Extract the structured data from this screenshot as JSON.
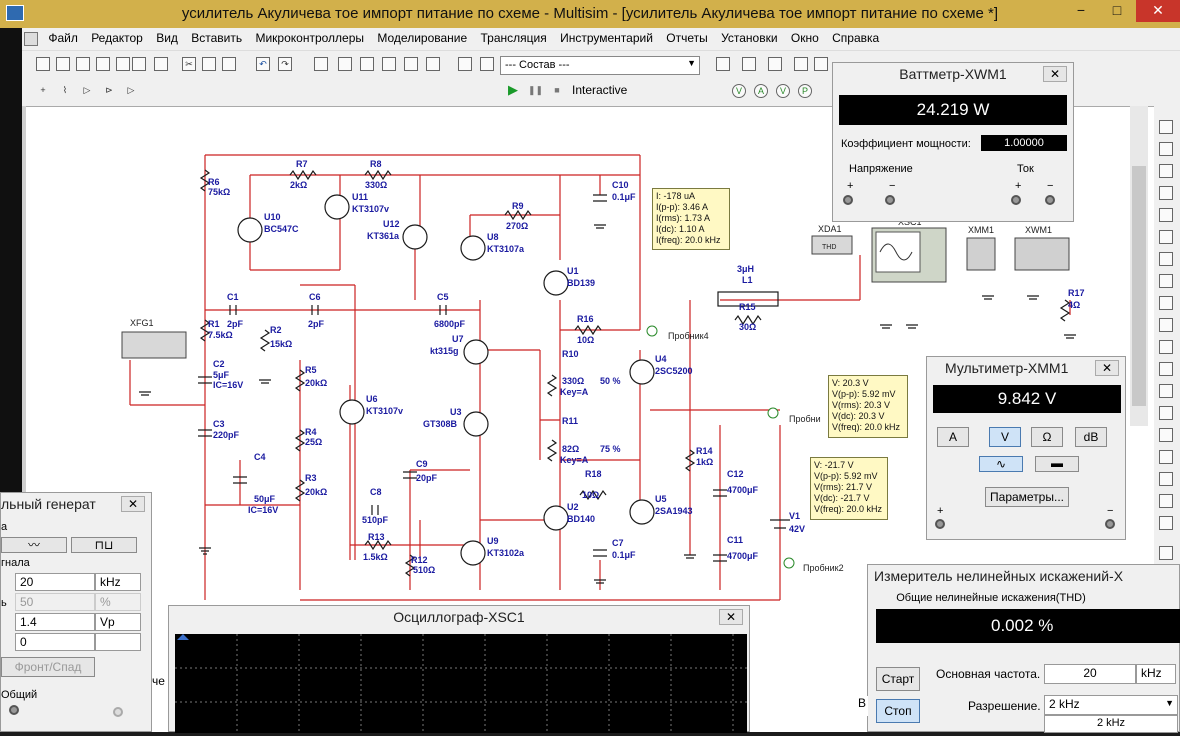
{
  "window": {
    "title": "усилитель Акуличева тое импорт питание по схеме - Multisim - [усилитель Акуличева тое импорт питание по схеме *]",
    "min": "−",
    "max": "□",
    "close": "✕"
  },
  "menu": [
    "Файл",
    "Редактор",
    "Вид",
    "Вставить",
    "Микроконтроллеры",
    "Моделирование",
    "Трансляция",
    "Инструментарий",
    "Отчеты",
    "Установки",
    "Окно",
    "Справка"
  ],
  "toolbar": {
    "combo": "--- Состав ---",
    "interactive": "Interactive"
  },
  "wattmeter": {
    "title": "Ваттметр-XWM1",
    "value": "24.219 W",
    "pf_label": "Коэффициент мощности:",
    "pf_value": "1.00000",
    "voltage": "Напряжение",
    "current": "Ток",
    "plus": "+",
    "minus": "−"
  },
  "multimeter": {
    "title": "Мультиметр-XMM1",
    "value": "9.842 V",
    "buttons": [
      "A",
      "V",
      "Ω",
      "dB"
    ],
    "params": "Параметры...",
    "plus": "+",
    "minus": "−"
  },
  "distortion": {
    "title": "Измеритель нелинейных искажений-X",
    "subtitle": "Общие нелинейные искажения(THD)",
    "value": "0.002 %",
    "start": "Старт",
    "stop": "Стоп",
    "freq_label": "Основная частота.",
    "freq_value": "20",
    "freq_unit": "kHz",
    "res_label": "Разрешение.",
    "res_value": "2 kHz",
    "res_option": "2 kHz"
  },
  "oscilloscope": {
    "title": "Осциллограф-XSC1"
  },
  "generator": {
    "title": "льный генерат",
    "section": "гнала",
    "freq": "20",
    "freq_unit": "kHz",
    "duty": "50",
    "duty_unit": "%",
    "amp": "1.4",
    "amp_unit": "Vp",
    "offset": "0",
    "front": "Фронт/Спад",
    "common": "Общий",
    "row_a": "а",
    "row_b": "ь"
  },
  "probes": {
    "p1": [
      "I: -178 uA",
      "I(p-p): 3.46 A",
      "I(rms): 1.73 A",
      "I(dc): 1.10 A",
      "I(freq): 20.0 kHz"
    ],
    "p2": [
      "V: 20.3 V",
      "V(p-p): 5.92 mV",
      "V(rms): 20.3 V",
      "V(dc): 20.3 V",
      "V(freq): 20.0 kHz"
    ],
    "p3": [
      "V: -21.7 V",
      "V(p-p): 5.92 mV",
      "V(rms): 21.7 V",
      "V(dc): -21.7 V",
      "V(freq): 20.0 kHz"
    ]
  },
  "probe_names": {
    "p4": "Пробник4",
    "p1": "Пробни",
    "p2": "Пробник2"
  },
  "tab_fragment": "че",
  "b_fragment": "B",
  "components": [
    {
      "ref": "R6",
      "val": "75kΩ"
    },
    {
      "ref": "R7",
      "val": "2kΩ"
    },
    {
      "ref": "R8",
      "val": "330Ω"
    },
    {
      "ref": "U11",
      "val": "KT3107v"
    },
    {
      "ref": "U10",
      "val": "BC547C"
    },
    {
      "ref": "U12",
      "val": "KT361a"
    },
    {
      "ref": "R9",
      "val": "270Ω"
    },
    {
      "ref": "U8",
      "val": "KT3107a"
    },
    {
      "ref": "C10",
      "val": "0.1μF"
    },
    {
      "ref": "U1",
      "val": "BD139"
    },
    {
      "ref": "C1",
      "val": "2pF"
    },
    {
      "ref": "R1",
      "val": "7.5kΩ"
    },
    {
      "ref": "C6",
      "val": "2pF"
    },
    {
      "ref": "C5",
      "val": "6800pF"
    },
    {
      "ref": "R2",
      "val": "15kΩ"
    },
    {
      "ref": "C2",
      "val": "5μF"
    },
    {
      "ref": "U7",
      "val": "kt315g"
    },
    {
      "ref": "R16",
      "val": "10Ω"
    },
    {
      "ref": "R5",
      "val": "20kΩ"
    },
    {
      "ref": "U6",
      "val": "KT3107v"
    },
    {
      "ref": "U3",
      "val": "GT308B"
    },
    {
      "ref": "C3",
      "val": "220pF"
    },
    {
      "ref": "R4",
      "val": "25Ω"
    },
    {
      "ref": "C4",
      "val": "50μF"
    },
    {
      "ref": "R3",
      "val": "20kΩ"
    },
    {
      "ref": "C9",
      "val": "20pF"
    },
    {
      "ref": "C8",
      "val": "510pF"
    },
    {
      "ref": "R18",
      "val": "10Ω"
    },
    {
      "ref": "U2",
      "val": "BD140"
    },
    {
      "ref": "R13",
      "val": "1.5kΩ"
    },
    {
      "ref": "R12",
      "val": "510Ω"
    },
    {
      "ref": "U9",
      "val": "KT3102a"
    },
    {
      "ref": "C7",
      "val": "0.1μF"
    },
    {
      "ref": "U4",
      "val": "2SC5200"
    },
    {
      "ref": "U5",
      "val": "2SA1943"
    },
    {
      "ref": "R14",
      "val": "1kΩ"
    },
    {
      "ref": "C12",
      "val": "4700μF"
    },
    {
      "ref": "C11",
      "val": "4700μF"
    },
    {
      "ref": "V1",
      "val": "42V"
    },
    {
      "ref": "L1",
      "val": "3μH"
    },
    {
      "ref": "R15",
      "val": "30Ω"
    },
    {
      "ref": "R17",
      "val": "4Ω"
    }
  ],
  "extra_labels": {
    "ic1": "IC=16V",
    "ic2": "IC=16V",
    "r10": "R10",
    "r10v": "330Ω",
    "r10k": "Key=A",
    "r10p": "50 %",
    "r11": "R11",
    "r11v": "82Ω",
    "r11k": "Key=A",
    "r11p": "75 %",
    "xfg1": "XFG1",
    "xda1": "XDA1",
    "xsc1": "XSC1",
    "xmm1": "XMM1",
    "xwm1": "XWM1",
    "thd": "THD"
  }
}
